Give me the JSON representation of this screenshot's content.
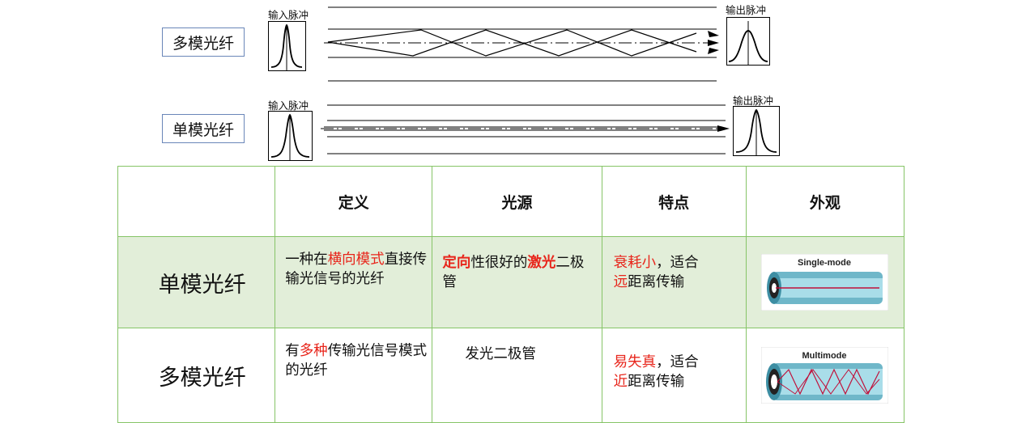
{
  "diagram": {
    "multimode": {
      "label": "多模光纤",
      "input_caption": "输入脉冲",
      "output_caption": "输出脉冲"
    },
    "singlemode": {
      "label": "单模光纤",
      "input_caption": "输入脉冲",
      "output_caption": "输出脉冲"
    }
  },
  "table": {
    "headers": [
      "",
      "定义",
      "光源",
      "特点",
      "外观"
    ],
    "rows": [
      {
        "name": "单模光纤",
        "definition": {
          "a": "一种在",
          "b": "横向模式",
          "c": "直接传输光信号的光纤"
        },
        "source": {
          "a": "定向",
          "b": "性很好的",
          "c": "激光",
          "d": "二极管"
        },
        "feature": {
          "a": "衰耗小",
          "b": "，适合",
          "c": "远",
          "d": "距离传输"
        },
        "appearance_label": "Single-mode"
      },
      {
        "name": "多模光纤",
        "definition": {
          "a": "有",
          "b": "多种",
          "c": "传输光信号模式的光纤"
        },
        "source": {
          "a": "发光二极管"
        },
        "feature": {
          "a": "易失真",
          "b": "，适合",
          "c": "近",
          "d": "距离传输"
        },
        "appearance_label": "Multimode"
      }
    ]
  },
  "colors": {
    "highlight": "#e8251b",
    "table_border": "#86c467",
    "row_highlight_bg": "#e2eed9"
  }
}
